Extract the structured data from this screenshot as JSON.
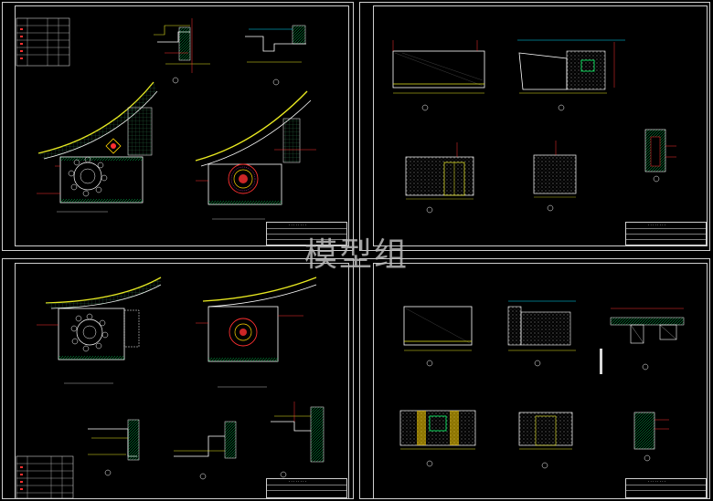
{
  "watermark": "模型组",
  "colors": {
    "background": "#000000",
    "frame": "#d0d0d0",
    "wall": "#ffffff",
    "hatch": "#00ff66",
    "leader": "#ff2020",
    "dim": "#e8e820",
    "ceiling": "#00e0ff",
    "accent": "#ff40ff"
  },
  "sheets": [
    {
      "id": "sheet-1",
      "title_block": "· · · · · · · ·"
    },
    {
      "id": "sheet-2",
      "title_block": "· · · · · · · ·"
    },
    {
      "id": "sheet-3",
      "title_block": "· · · · · · · ·"
    },
    {
      "id": "sheet-4",
      "title_block": "· · · · · · · ·"
    }
  ],
  "icons": [
    "section-detail-icon",
    "plan-curve-icon",
    "elevation-icon",
    "round-table-icon",
    "title-block-icon"
  ]
}
